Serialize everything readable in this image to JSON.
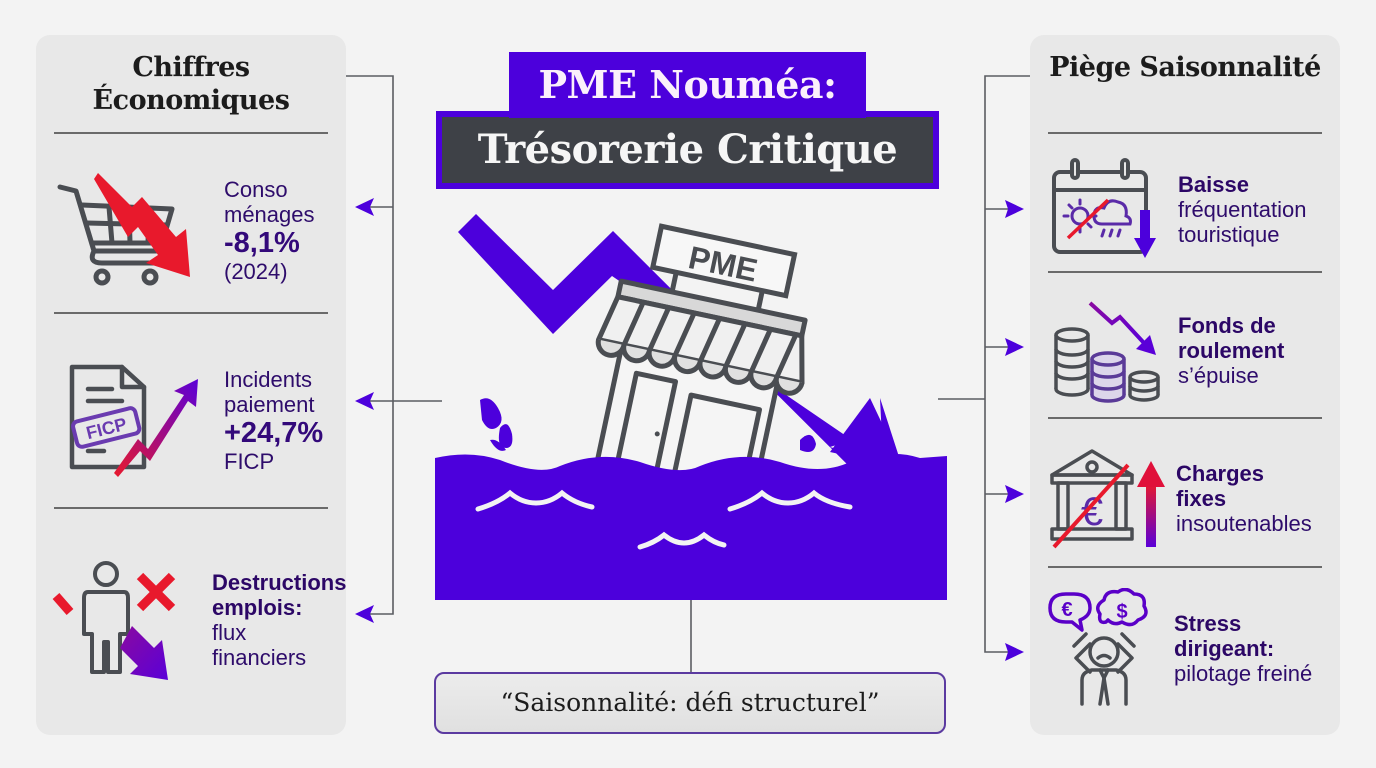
{
  "header": {
    "title_line1": "PME Nouméa:",
    "title_line2": "Trésorerie Critique"
  },
  "center": {
    "illustration_sign": "PME",
    "quote": "“Saisonnalité: défi structurel”"
  },
  "left_panel": {
    "title": "Chiffres Économiques",
    "items": [
      {
        "icon": "shopping-cart-down-arrow-icon",
        "line1": "Conso",
        "line2": "ménages",
        "value": "-8,1%",
        "note": "(2024)"
      },
      {
        "icon": "ficp-document-up-arrow-icon",
        "line1": "Incidents",
        "line2": "paiement",
        "value": "+24,7%",
        "note": "FICP",
        "stamp": "FICP"
      },
      {
        "icon": "person-cross-down-arrow-icon",
        "bold1": "Destructions",
        "bold2": "emplois:",
        "note": "flux financiers"
      }
    ]
  },
  "right_panel": {
    "title": "Piège Saisonnalité",
    "items": [
      {
        "icon": "calendar-weather-down-arrow-icon",
        "bold": "Baisse",
        "line1": "fréquentation",
        "line2": "touristique"
      },
      {
        "icon": "coin-stacks-down-arrow-icon",
        "bold1": "Fonds de",
        "bold2": "roulement",
        "line1": "s’épuise"
      },
      {
        "icon": "bank-crossed-up-arrow-icon",
        "bold1": "Charges",
        "bold2": "fixes",
        "line1": "insoutenables"
      },
      {
        "icon": "stressed-manager-icon",
        "bold1": "Stress",
        "bold2": "dirigeant:",
        "line1": "pilotage freiné",
        "bubble1": "€",
        "bubble2": "$"
      }
    ]
  },
  "colors": {
    "accent_purple": "#4c00dc",
    "title_dark": "#3e4147",
    "alert_red": "#e8192c",
    "text_purple": "#2e0c6b",
    "icon_gray": "#4a4d52",
    "panel_bg": "#e8e8e8",
    "page_bg": "#f3f3f3"
  }
}
